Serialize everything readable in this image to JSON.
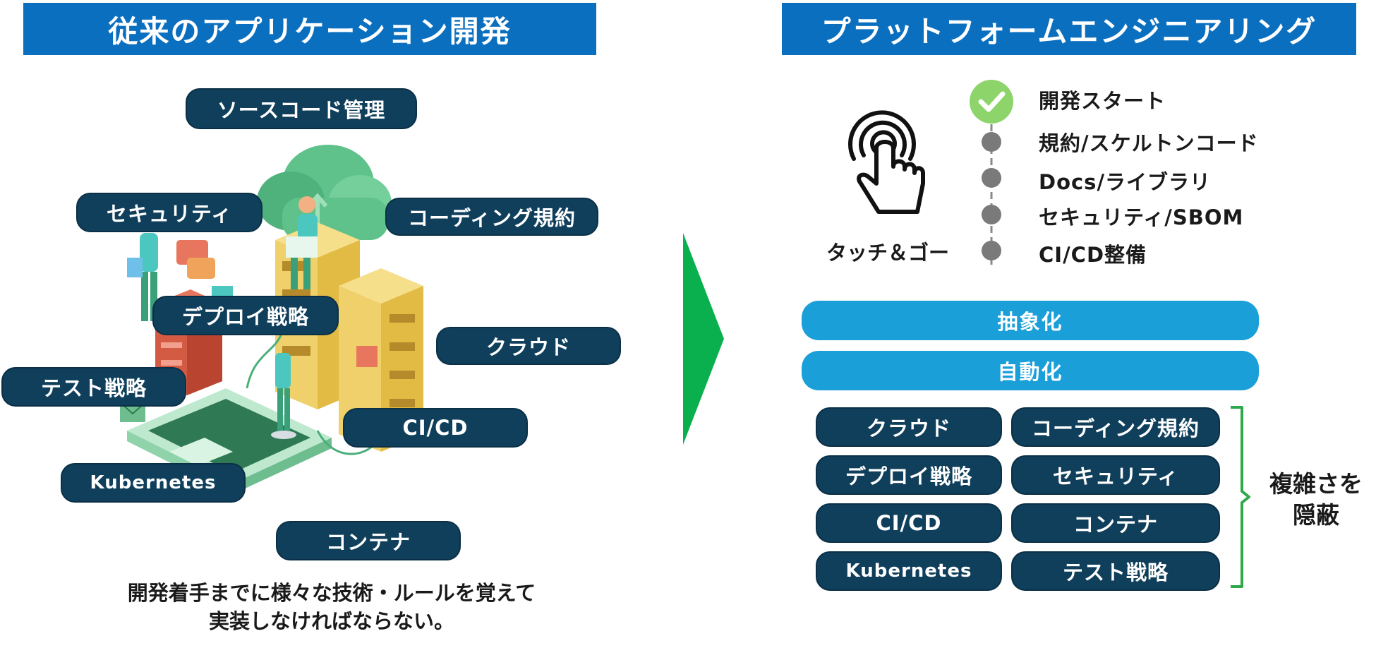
{
  "left": {
    "header": "従来のアプリケーション開発",
    "labels": {
      "source": "ソースコード管理",
      "security": "セキュリティ",
      "coding": "コーディング規約",
      "deploy": "デプロイ戦略",
      "cloud": "クラウド",
      "test": "テスト戦略",
      "cicd": "CI/CD",
      "k8s": "Kubernetes",
      "container": "コンテナ"
    },
    "caption_line1": "開発着手までに様々な技術・ルールを覚えて",
    "caption_line2": "実装しなければならない。"
  },
  "right": {
    "header": "プラットフォームエンジニアリング",
    "touch_label": "タッチ＆ゴー",
    "steps": [
      "開発スタート",
      "規約/スケルトンコード",
      "Docs/ライブラリ",
      "セキュリティ/SBOM",
      "CI/CD整備"
    ],
    "layers": [
      "抽象化",
      "自動化"
    ],
    "grid": [
      "クラウド",
      "コーディング規約",
      "デプロイ戦略",
      "セキュリティ",
      "CI/CD",
      "コンテナ",
      "Kubernetes",
      "テスト戦略"
    ],
    "hide_line1": "複雑さを",
    "hide_line2": "隠蔽"
  },
  "colors": {
    "header_blue": "#0b6fc0",
    "pill_navy": "#103f5c",
    "layer_blue": "#1a9fd9",
    "arrow_green": "#0bb04e",
    "check_green": "#8dd46a",
    "bracket_green": "#2ea84a"
  }
}
